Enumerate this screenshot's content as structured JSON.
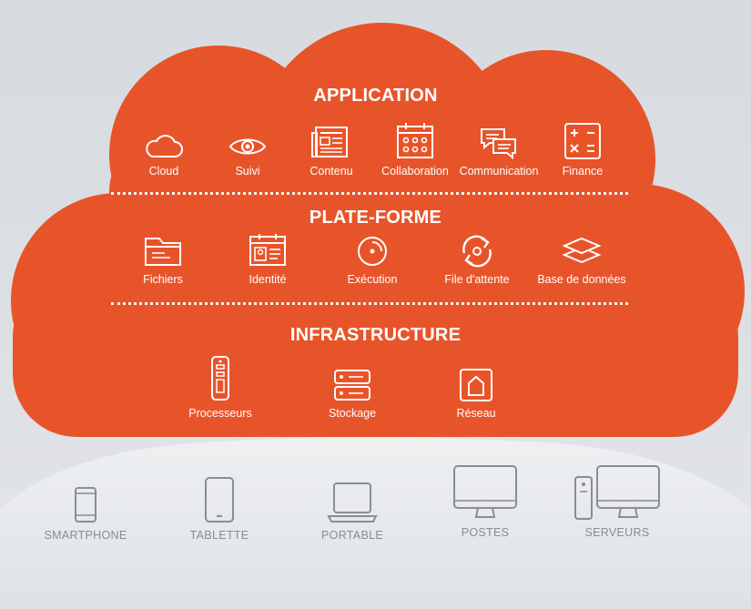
{
  "colors": {
    "cloud": "#e8542a",
    "ground": "#eef0f2",
    "device_gray": "#8a8d91"
  },
  "application": {
    "title": "APPLICATION",
    "items": [
      {
        "label": "Cloud",
        "icon": "cloud-icon"
      },
      {
        "label": "Suivi",
        "icon": "eye-icon"
      },
      {
        "label": "Contenu",
        "icon": "newspaper-icon"
      },
      {
        "label": "Collaboration",
        "icon": "calendar-icon"
      },
      {
        "label": "Communication",
        "icon": "chat-icon"
      },
      {
        "label": "Finance",
        "icon": "calculator-icon"
      }
    ]
  },
  "platform": {
    "title": "PLATE-FORME",
    "items": [
      {
        "label": "Fichiers",
        "icon": "folder-icon"
      },
      {
        "label": "Identité",
        "icon": "id-card-icon"
      },
      {
        "label": "Exécution",
        "icon": "execution-icon"
      },
      {
        "label": "File d'attente",
        "icon": "sync-icon"
      },
      {
        "label": "Base de données",
        "icon": "database-layers-icon"
      }
    ]
  },
  "infrastructure": {
    "title": "INFRASTRUCTURE",
    "items": [
      {
        "label": "Processeurs",
        "icon": "processor-icon"
      },
      {
        "label": "Stockage",
        "icon": "storage-icon"
      },
      {
        "label": "Réseau",
        "icon": "network-icon"
      }
    ]
  },
  "devices": [
    {
      "label": "SMARTPHONE",
      "icon": "smartphone-icon"
    },
    {
      "label": "TABLETTE",
      "icon": "tablet-icon"
    },
    {
      "label": "PORTABLE",
      "icon": "laptop-icon"
    },
    {
      "label": "POSTES",
      "icon": "monitor-icon"
    },
    {
      "label": "SERVEURS",
      "icon": "server-icon"
    }
  ]
}
